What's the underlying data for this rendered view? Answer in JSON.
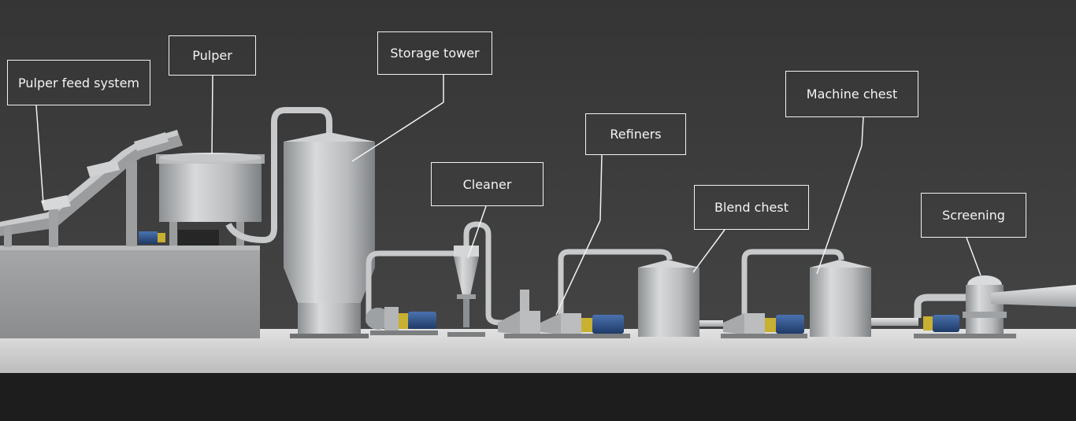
{
  "labels": {
    "pulper_feed_system": "Pulper feed system",
    "pulper": "Pulper",
    "storage_tower": "Storage tower",
    "cleaner": "Cleaner",
    "refiners": "Refiners",
    "blend_chest": "Blend chest",
    "machine_chest": "Machine chest",
    "screening": "Screening"
  },
  "colors": {
    "background": "#3c3c3c",
    "floor": "#d9d9d9",
    "steel": "#c4c6c8",
    "motor": "#2c4f8a",
    "coupling": "#c8b030",
    "label_border": "#f2f2f2"
  }
}
